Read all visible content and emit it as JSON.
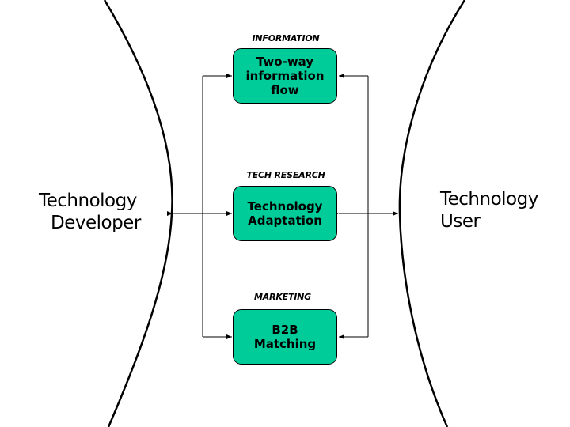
{
  "left_party": {
    "line1": "Technology",
    "line2": "Developer"
  },
  "right_party": {
    "line1": "Technology",
    "line2": "User"
  },
  "stages": [
    {
      "category": "INFORMATION",
      "label": "Two-way\ninformation\nflow"
    },
    {
      "category": "TECH RESEARCH",
      "label": "Technology\nAdaptation"
    },
    {
      "category": "MARKETING",
      "label": "B2B\nMatching"
    }
  ],
  "colors": {
    "box_fill": "#00cc99",
    "stroke": "#000000"
  }
}
